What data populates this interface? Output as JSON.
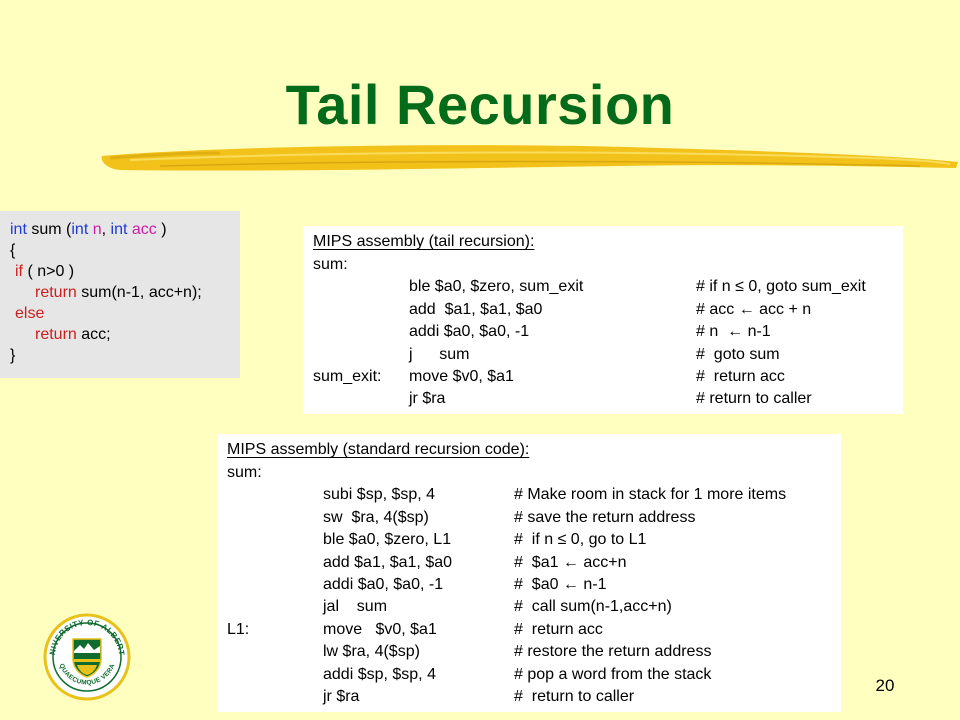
{
  "slide": {
    "title": "Tail Recursion",
    "page_number": "20",
    "colors": {
      "background": "#ffffc0",
      "title": "#046b1a",
      "accent": "#f2c21b"
    }
  },
  "c_code": {
    "lines": [
      [
        {
          "t": "int",
          "s": "ty"
        },
        {
          "t": " sum (",
          "s": ""
        },
        {
          "t": "int",
          "s": "ty"
        },
        {
          "t": " ",
          "s": ""
        },
        {
          "t": "n",
          "s": "pm"
        },
        {
          "t": ", ",
          "s": ""
        },
        {
          "t": "int",
          "s": "ty"
        },
        {
          "t": " ",
          "s": ""
        },
        {
          "t": "acc",
          "s": "pm"
        },
        {
          "t": " )",
          "s": ""
        }
      ],
      [
        {
          "t": "{",
          "s": ""
        }
      ],
      [
        {
          "t": "if",
          "s": "kw"
        },
        {
          "t": " ( n>0 )",
          "s": ""
        }
      ],
      [
        {
          "t": "return",
          "s": "kw"
        },
        {
          "t": " sum(n-1, acc+n);",
          "s": ""
        }
      ],
      [
        {
          "t": "else",
          "s": "kw"
        }
      ],
      [
        {
          "t": "return",
          "s": "kw"
        },
        {
          "t": " acc;",
          "s": ""
        }
      ],
      [
        {
          "t": "}",
          "s": ""
        }
      ]
    ]
  },
  "tail_asm": {
    "heading": "MIPS assembly (tail recursion):",
    "rows": [
      {
        "label": "sum:",
        "instr": "",
        "comment": ""
      },
      {
        "label": "",
        "instr": "ble $a0, $zero, sum_exit",
        "comment": "# if n ≤ 0, goto sum_exit"
      },
      {
        "label": "",
        "instr": "add  $a1, $a1, $a0",
        "comment": "# acc ← acc + n"
      },
      {
        "label": "",
        "instr": "addi $a0, $a0, -1",
        "comment": "# n  ← n-1"
      },
      {
        "label": "",
        "instr": "j      sum",
        "comment": "#  goto sum"
      },
      {
        "label": "sum_exit:",
        "instr": "move $v0, $a1",
        "comment": "#  return acc"
      },
      {
        "label": "",
        "instr": "jr $ra",
        "comment": "# return to caller"
      }
    ]
  },
  "std_asm": {
    "heading": "MIPS assembly (standard recursion code):",
    "rows": [
      {
        "label": "sum:",
        "instr": "",
        "comment": ""
      },
      {
        "label": "",
        "instr": "subi $sp, $sp, 4",
        "comment": "# Make room in stack for 1 more items"
      },
      {
        "label": "",
        "instr": "sw  $ra, 4($sp)",
        "comment": "# save the return address"
      },
      {
        "label": "",
        "instr": "ble $a0, $zero, L1",
        "comment": "#  if n ≤ 0, go to L1"
      },
      {
        "label": "",
        "instr": "add $a1, $a1, $a0",
        "comment": "#  $a1 ← acc+n"
      },
      {
        "label": "",
        "instr": "addi $a0, $a0, -1",
        "comment": "#  $a0 ← n-1"
      },
      {
        "label": "",
        "instr": "jal    sum",
        "comment": "#  call sum(n-1,acc+n)"
      },
      {
        "label": "L1:",
        "instr": "move   $v0, $a1",
        "comment": "#  return acc"
      },
      {
        "label": "",
        "instr": "lw $ra, 4($sp)",
        "comment": "# restore the return address"
      },
      {
        "label": "",
        "instr": "addi $sp, $sp, 4",
        "comment": "# pop a word from the stack"
      },
      {
        "label": "",
        "instr": "jr $ra",
        "comment": "#  return to caller"
      }
    ]
  },
  "logo": {
    "icon": "university-crest-icon",
    "ring_text": "UNIVERSITY OF ALBERTA",
    "motto": "QUAECUMQUE VERA",
    "colors": {
      "gold": "#e8c21a",
      "green": "#0f6b2e"
    }
  }
}
